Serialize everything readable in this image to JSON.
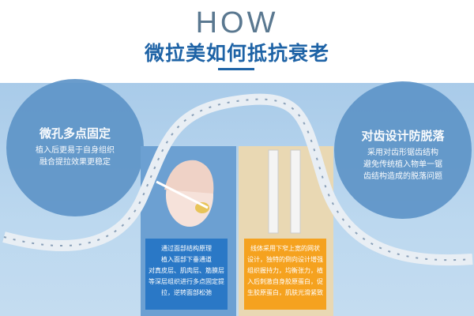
{
  "header": {
    "title": "HOW",
    "subtitle": "微拉美如何抵抗衰老"
  },
  "left_circle": {
    "heading": "微孔多点固定",
    "lines": [
      "植入后更易于自身组织",
      "融合提拉效果更稳定"
    ]
  },
  "right_circle": {
    "heading": "对齿设计防脱落",
    "lines": [
      "采用对齿形锯齿结构",
      "避免传统植入物单一锯",
      "齿结构造成的脱落问题"
    ]
  },
  "blue_box": {
    "lines": [
      "通过面部结构原理",
      "植入面部下垂通道",
      "对真皮层、肌肉层、筋膜层",
      "等深层组织进行多点固定提",
      "拉，逆转面部松弛"
    ]
  },
  "orange_box": {
    "lines": [
      "线体采用下窄上宽的网状",
      "设计，独特的倒向设计增强",
      "组织握持力，均衡张力，植",
      "入后刺激自身胶原蛋白，促",
      "生胶原蛋白，肌肤光滑紧致"
    ]
  },
  "colors": {
    "title_blue": "#1e63a6",
    "circle": "#5f95c8",
    "blue_box": "#2a78c6",
    "orange_box": "#f5a21f",
    "panel_beige": "#e9d8b3"
  }
}
